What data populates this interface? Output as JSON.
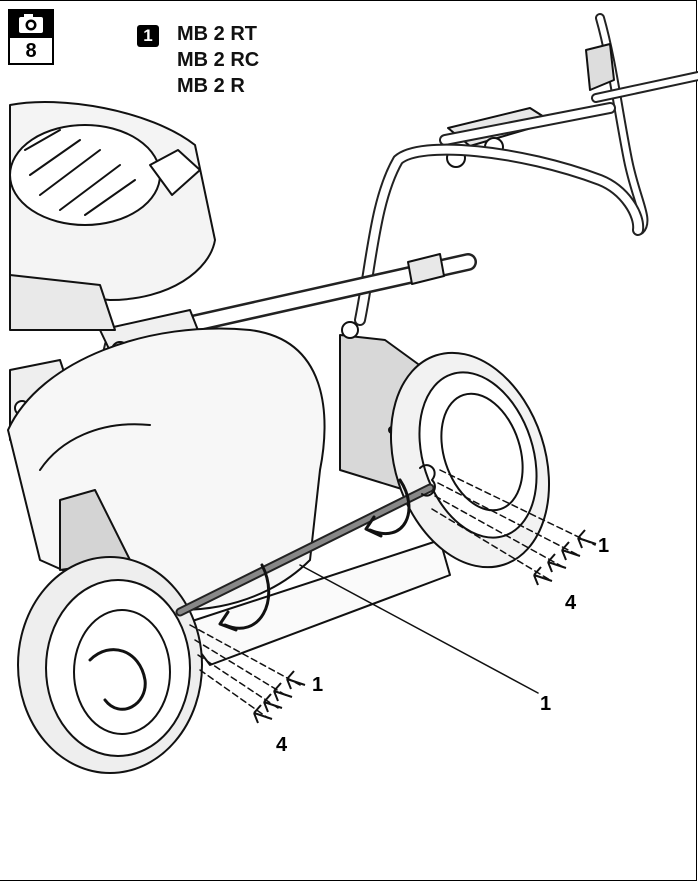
{
  "figure": {
    "number": "8",
    "icon": "camera-icon"
  },
  "models": {
    "badge": "1",
    "names": [
      "MB 2 RT",
      "MB 2 RC",
      "MB 2 R"
    ]
  },
  "callouts": {
    "right_top": "1",
    "right_bottom": "4",
    "front_top": "1",
    "front_bottom": "4",
    "axle": "1"
  }
}
